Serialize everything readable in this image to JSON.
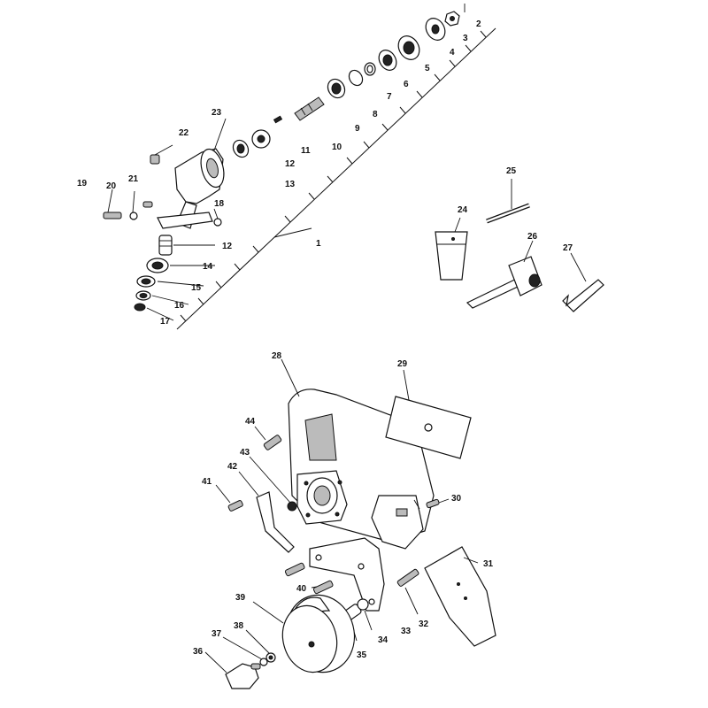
{
  "labels": [
    "1",
    "2",
    "3",
    "4",
    "5",
    "6",
    "7",
    "8",
    "9",
    "10",
    "11",
    "12",
    "13",
    "14",
    "15",
    "16",
    "17",
    "18",
    "19",
    "20",
    "21",
    "22",
    "23",
    "24",
    "25",
    "26",
    "27",
    "28",
    "29",
    "30",
    "31",
    "32",
    "33",
    "34",
    "35",
    "36",
    "37",
    "38",
    "39",
    "40",
    "41",
    "42",
    "43",
    "44"
  ],
  "label_12_repeat": "12"
}
